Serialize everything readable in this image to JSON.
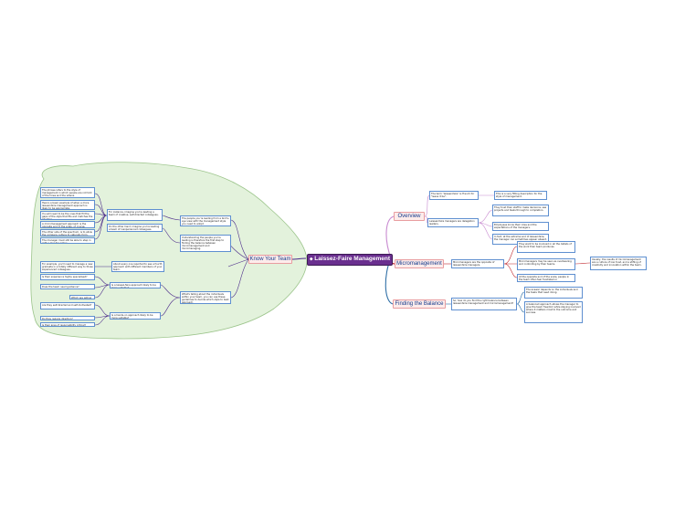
{
  "colors": {
    "root_fill": "#6a2f8f",
    "know_branch": "#4b2a8a",
    "overview_branch": "#c88ad0",
    "micro_branch": "#c0282d",
    "balance_branch": "#2f6fa6",
    "cloud_fill": "#e3f2dc",
    "cloud_stroke": "#9bc48a"
  },
  "root": {
    "label": "Laissez-Faire Management",
    "icon": "link-icon"
  },
  "branches": {
    "know_your_team": {
      "label": "Know Your Team",
      "subtopics": [
        {
          "text": "The people you're leading from a bird's-eye view with the management style you need to adopt",
          "details": [
            "The phrase refers to the style of management in which people are not told of the hows and the whens.",
            "Here's a basic example of when a more laissez-faire management approach is likely to be appropriate.",
            "You will need to be the ones that fill the gaps of the style that fits and matches the situation.",
            "A micromanagement approach is the opposite end of the scale, of course.",
            "The other side of the spectrum, is to allow the company culture to naturally form.",
            "The manager must still be able to step in with a plan for action."
          ],
          "mid": "For instance, imagine you're leading a team of creative, self-directed colleagues."
        },
        {
          "text": "Understanding the people you're leading is therefore the first step to finding the balance between micromanagement and micromanaging.",
          "mid": "On the other hand, imagine you're leading a team of inexperienced colleagues."
        },
        {
          "text": "About every one reported to see a fourth approach with different members of your team.",
          "details": [
            "For example, you'll need to manage a new graduate in a totally different way to those experienced colleagues."
          ]
        },
        {
          "text": "What's telling about the individuals within your team, you can use these guidelines to decide which style to best approach.",
          "details": [
            "Is their experience highly specialised?",
            "Does the team need guidance?",
            "Which are willing to accept risk?",
            "Are they self-directed and self-motivated?",
            "Do they require direction?",
            "Is their area of responsibility critical?"
          ],
          "mids": [
            "Is a laissez-faire approach likely to be more suitable?",
            "Is a hands-on approach likely to be more suitable?"
          ]
        }
      ]
    },
    "overview": {
      "label": "Overview",
      "children": [
        {
          "text": "The term \"laissez-faire\" is French for \"leave it be\".",
          "detail": "This is a very fitting description for the style of management."
        },
        {
          "text": "Laissez-faire managers are delegation leaders.",
          "details": [
            "They trust their staff to make decisions, see projects and tasks through to completion.",
            "Employees know their roles and the expectations of the managers.",
            "In fact, at the extreme end of laissez-faire, the manager can sometimes appear absent."
          ]
        }
      ]
    },
    "micromanagement": {
      "label": "Micromanagement",
      "children": [
        {
          "text": "Micromanagers are the opposite of laissez-faire managers.",
          "details": [
            "They want to be involved in all the details of the work their team produces.",
            "Micromanagers may be seen as overbearing and controlling by their teams.",
            "At the opposite end of the scale, people in the team often feel frustrated or undervalued."
          ],
          "note": "Usually, the results of micromanagement are a culture of low trust, and a stifling of creativity and innovation within the team."
        }
      ]
    },
    "finding_balance": {
      "label": "Finding the Balance",
      "children": [
        {
          "text": "So, how do you find the right balance between laissez-faire management and micromanagement?",
          "details": [
            "The answer depends on the individuals and the tasks that need doing.",
            "A balanced approach allows the manager to give the team freedom while staying involved where it matters most to the outcome and success."
          ]
        }
      ]
    }
  }
}
